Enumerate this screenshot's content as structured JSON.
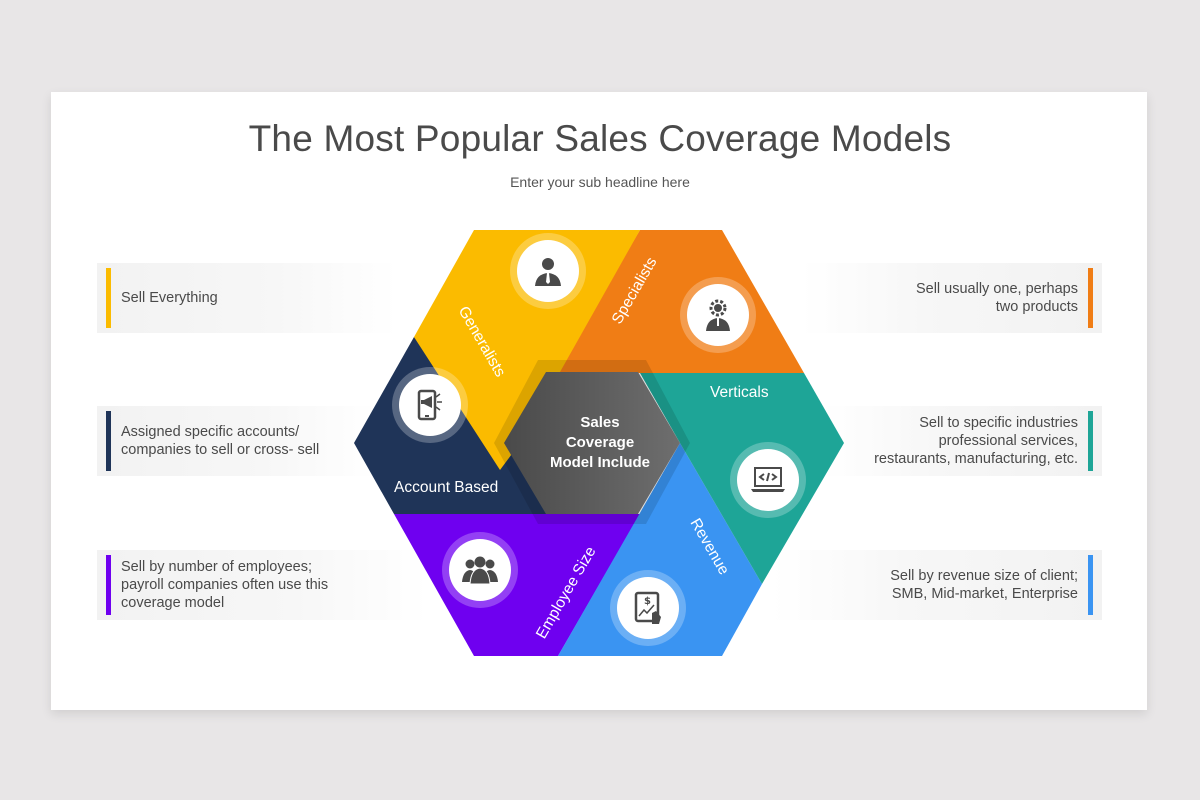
{
  "slide": {
    "title": "The Most Popular Sales Coverage Models",
    "subtitle": "Enter your sub headline here"
  },
  "center": {
    "line1": "Sales",
    "line2": "Coverage",
    "line3": "Model Include",
    "color": "#5a5a5a"
  },
  "segments": [
    {
      "label": "Generalists",
      "color": "#fbbb00",
      "icon": "businessman-icon"
    },
    {
      "label": "Specialists",
      "color": "#f07d15",
      "icon": "gear-head-person-icon"
    },
    {
      "label": "Verticals",
      "color": "#1ea597",
      "icon": "laptop-code-icon"
    },
    {
      "label": "Revenue",
      "color": "#3a94f2",
      "icon": "tablet-dollar-chart-icon"
    },
    {
      "label": "Employee Size",
      "color": "#6f00f0",
      "icon": "team-icon"
    },
    {
      "label": "Account Based",
      "color": "#1f3458",
      "icon": "mobile-megaphone-icon"
    }
  ],
  "cards": {
    "left": [
      {
        "text": "Sell Everything",
        "color": "#fbbb00"
      },
      {
        "line1": "Assigned specific accounts/",
        "line2": "companies to sell or cross- sell",
        "color": "#1f3458"
      },
      {
        "line1": "Sell by number of employees;",
        "line2": "payroll companies often use this",
        "line3": "coverage model",
        "color": "#6f00f0"
      }
    ],
    "right": [
      {
        "line1": "Sell usually one, perhaps",
        "line2": "two products",
        "color": "#f07d15"
      },
      {
        "line1": "Sell to specific industries",
        "line2": "professional services,",
        "line3": "restaurants, manufacturing, etc.",
        "color": "#1ea597"
      },
      {
        "line1": "Sell by revenue size of client;",
        "line2": "SMB, Mid-market, Enterprise",
        "color": "#3a94f2"
      }
    ]
  }
}
